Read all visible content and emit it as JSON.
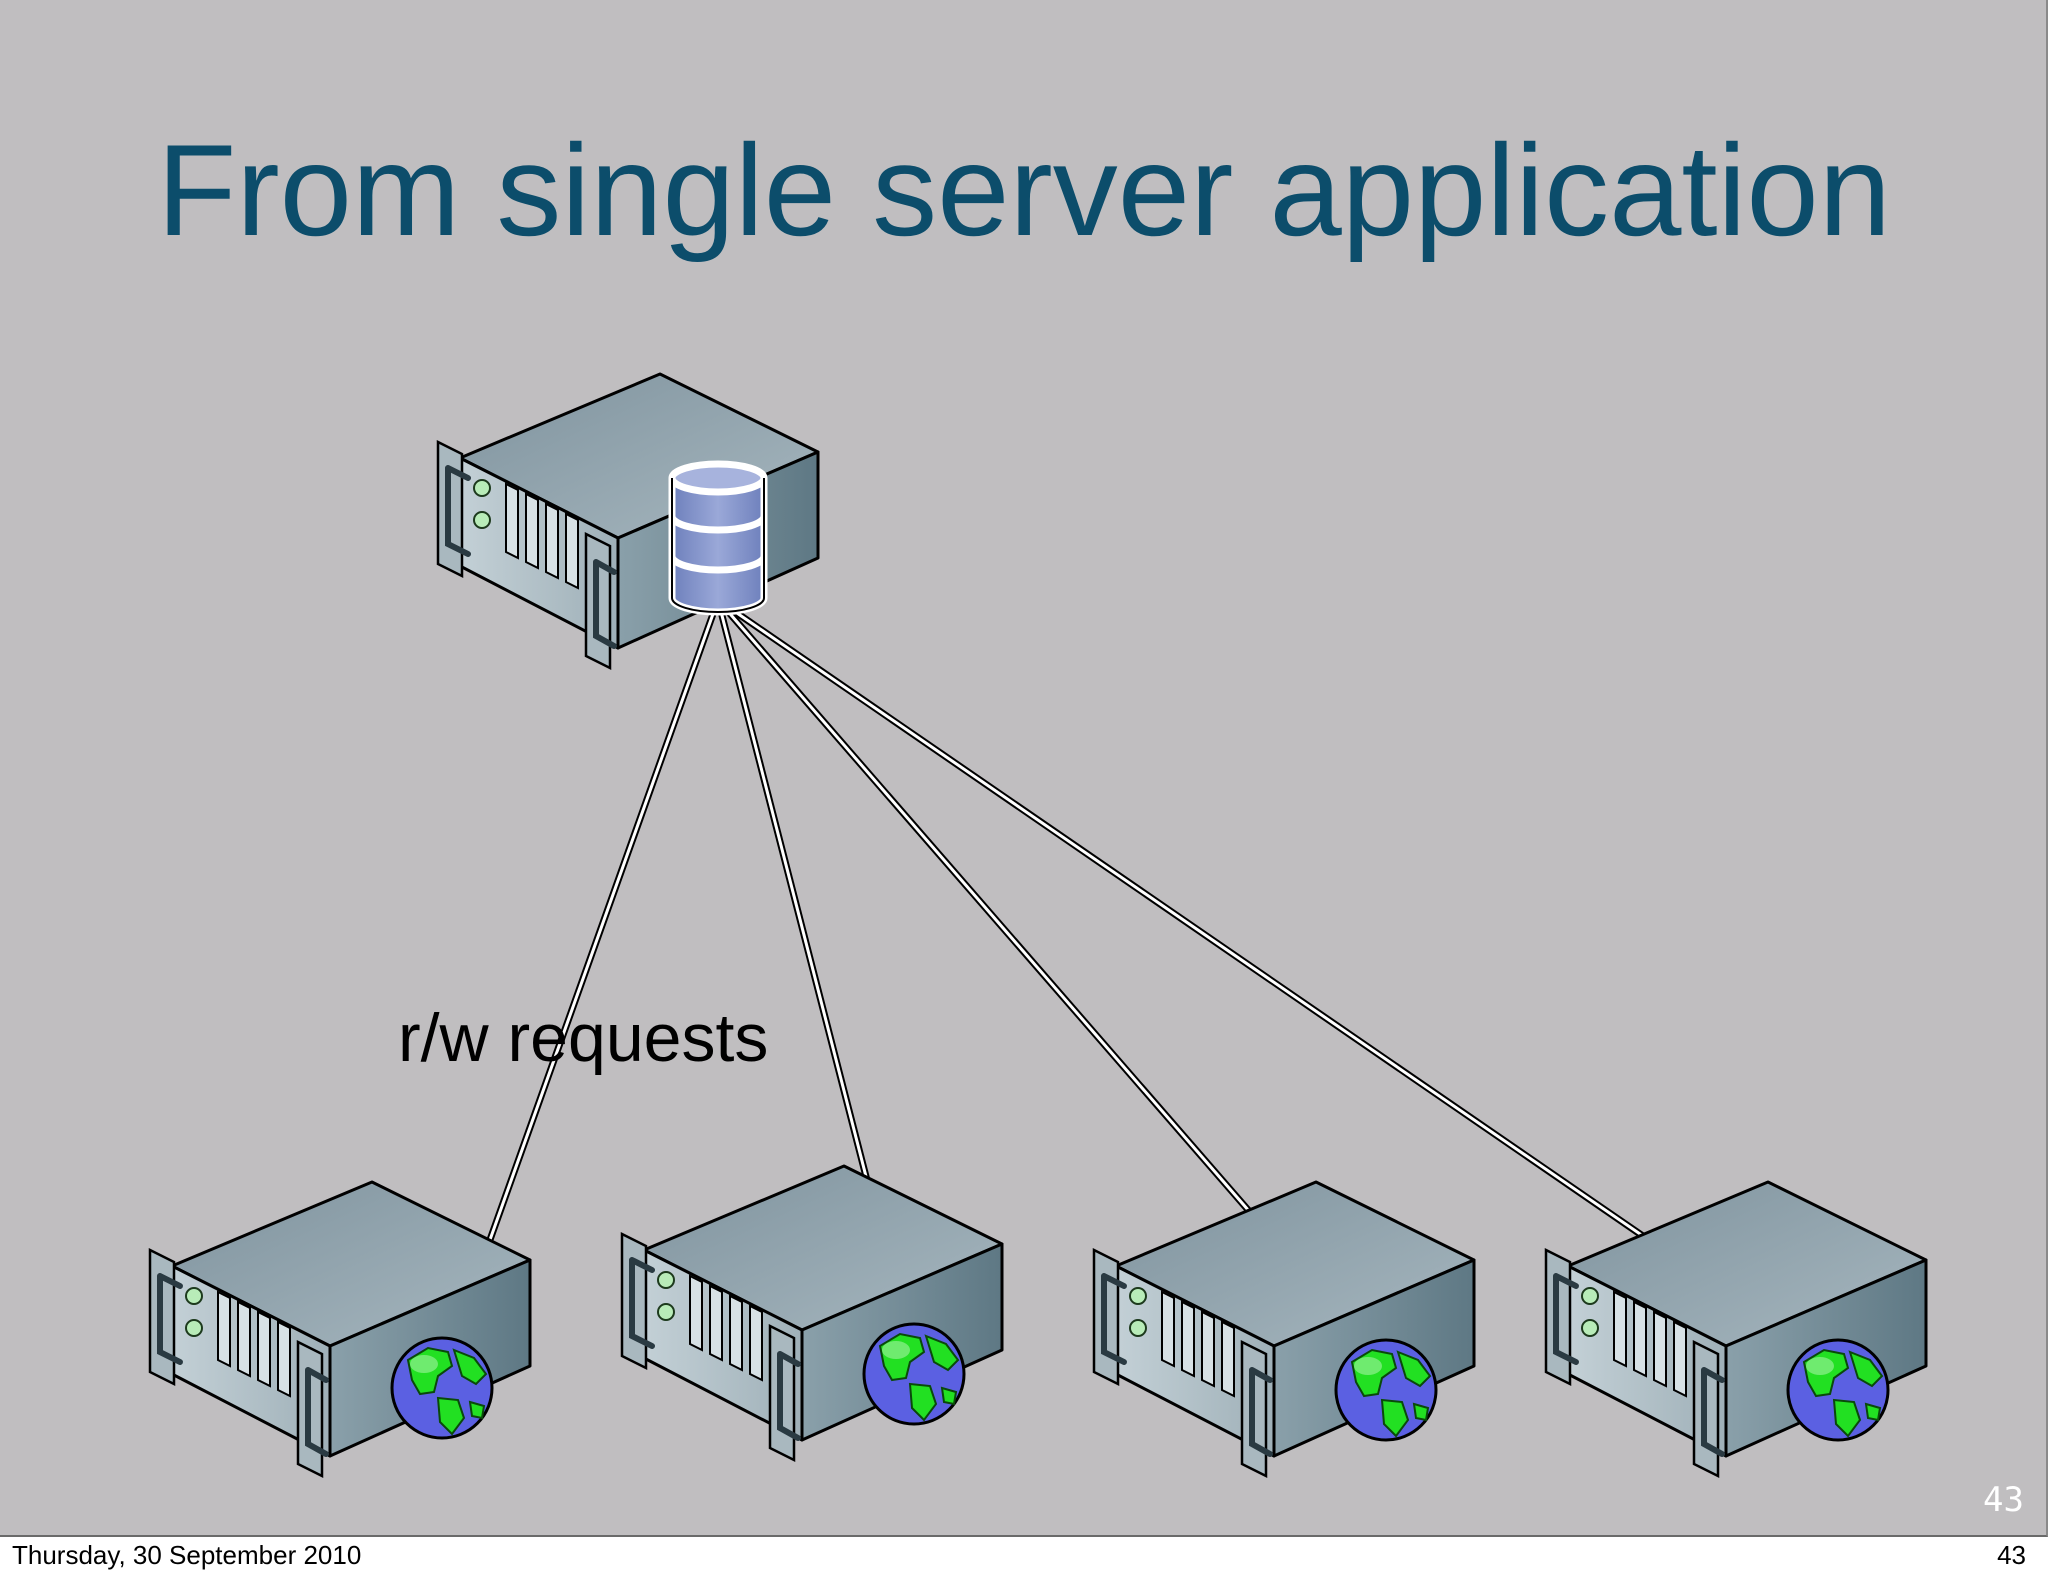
{
  "slide": {
    "title": "From single server application",
    "connection_label": "r/w requests",
    "slide_number": "43"
  },
  "footer": {
    "date": "Thursday, 30 September 2010",
    "page": "43"
  },
  "diagram": {
    "nodes": [
      {
        "id": "db-server",
        "kind": "server",
        "badge": "database-icon"
      },
      {
        "id": "app-server-1",
        "kind": "server",
        "badge": "globe-icon"
      },
      {
        "id": "app-server-2",
        "kind": "server",
        "badge": "globe-icon"
      },
      {
        "id": "app-server-3",
        "kind": "server",
        "badge": "globe-icon"
      },
      {
        "id": "app-server-4",
        "kind": "server",
        "badge": "globe-icon"
      }
    ],
    "edges": [
      {
        "from": "db-server",
        "to": "app-server-1"
      },
      {
        "from": "db-server",
        "to": "app-server-2"
      },
      {
        "from": "db-server",
        "to": "app-server-3"
      },
      {
        "from": "db-server",
        "to": "app-server-4"
      }
    ],
    "colors": {
      "title": "#0c4d6b",
      "background": "#c0bec0",
      "server_top": "#8fa2ac",
      "server_front": "#aebcc3",
      "server_side": "#6d8590",
      "globe_ocean": "#5a5ee0",
      "globe_land": "#22e022",
      "database": "#7e8fc6"
    }
  }
}
